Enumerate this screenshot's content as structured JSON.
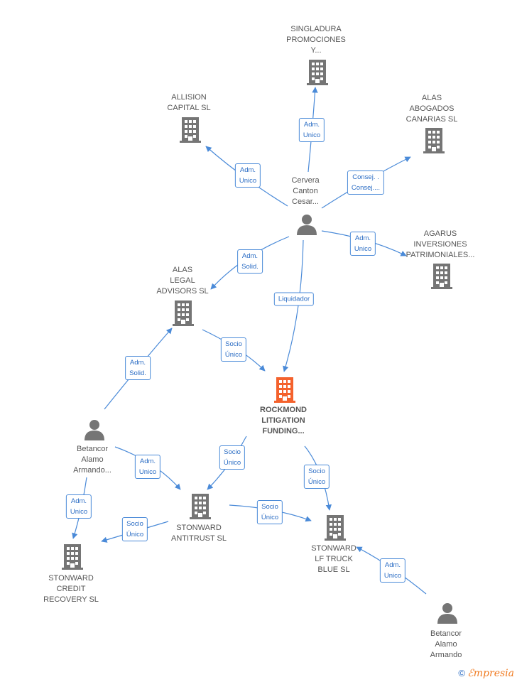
{
  "nodes": {
    "singladura": {
      "label": "SINGLADURA\nPROMOCIONES\nY...",
      "kind": "company"
    },
    "allision": {
      "label": "ALLISION\nCAPITAL  SL",
      "kind": "company"
    },
    "alas_abogados": {
      "label": "ALAS\nABOGADOS\nCANARIAS SL",
      "kind": "company"
    },
    "cervera": {
      "label": "Cervera\nCanton\nCesar...",
      "kind": "person"
    },
    "agarus": {
      "label": "AGARUS\nINVERSIONES\nPATRIMONIALES...",
      "kind": "company"
    },
    "alas_legal": {
      "label": "ALAS\nLEGAL\nADVISORS  SL",
      "kind": "company"
    },
    "rockmond": {
      "label": "ROCKMOND\nLITIGATION\nFUNDING...",
      "kind": "company-main"
    },
    "betancor1": {
      "label": "Betancor\nAlamo\nArmando...",
      "kind": "person"
    },
    "stonward_antitrust": {
      "label": "STONWARD\nANTITRUST  SL",
      "kind": "company"
    },
    "stonward_credit": {
      "label": "STONWARD\nCREDIT\nRECOVERY  SL",
      "kind": "company"
    },
    "stonward_lf": {
      "label": "STONWARD\nLF TRUCK\nBLUE  SL",
      "kind": "company"
    },
    "betancor2": {
      "label": "Betancor\nAlamo\nArmando",
      "kind": "person"
    }
  },
  "edges": [
    {
      "id": "e1",
      "label": "Adm.\nUnico"
    },
    {
      "id": "e2",
      "label": "Adm.\nUnico"
    },
    {
      "id": "e3",
      "label": "Consej. .\nConsej...."
    },
    {
      "id": "e4",
      "label": "Adm.\nUnico"
    },
    {
      "id": "e5",
      "label": "Adm.\nSolid."
    },
    {
      "id": "e6",
      "label": "Liquidador"
    },
    {
      "id": "e7",
      "label": "Socio\nÚnico"
    },
    {
      "id": "e8",
      "label": "Adm.\nSolid."
    },
    {
      "id": "e9",
      "label": "Adm.\nUnico"
    },
    {
      "id": "e10",
      "label": "Adm.\nUnico"
    },
    {
      "id": "e11",
      "label": "Socio\nÚnico"
    },
    {
      "id": "e12",
      "label": "Socio\nÚnico"
    },
    {
      "id": "e13",
      "label": "Socio\nÚnico"
    },
    {
      "id": "e14",
      "label": "Socio\nÚnico"
    },
    {
      "id": "e15",
      "label": "Adm.\nUnico"
    }
  ],
  "colors": {
    "edge": "#4a8ad8",
    "company": "#757575",
    "person": "#757575",
    "main": "#f4622d"
  },
  "footer": {
    "copyright": "©",
    "brand": "ℰmpresia"
  }
}
